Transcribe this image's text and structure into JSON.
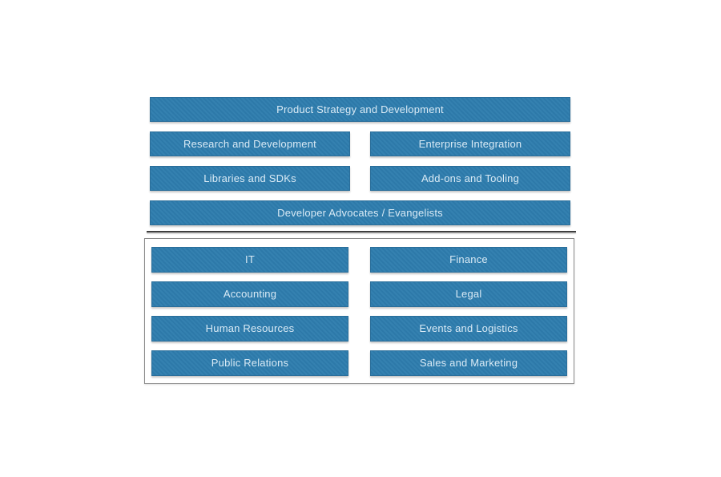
{
  "diagram": {
    "colors": {
      "bar_fill": "#2e7dae",
      "bar_border": "#2a6e9a",
      "bar_text": "#d9eaf5",
      "divider": "#3e3e3e",
      "group_border": "#8a8a8a",
      "background": "#ffffff"
    },
    "top_group": {
      "items": [
        {
          "label": "Product Strategy and Development",
          "span": "full"
        },
        {
          "label": "Research and Development",
          "span": "half"
        },
        {
          "label": "Enterprise Integration",
          "span": "half"
        },
        {
          "label": "Libraries and SDKs",
          "span": "half"
        },
        {
          "label": "Add-ons and Tooling",
          "span": "half"
        },
        {
          "label": "Developer Advocates / Evangelists",
          "span": "full"
        }
      ]
    },
    "bottom_group": {
      "items": [
        {
          "label": "IT"
        },
        {
          "label": "Finance"
        },
        {
          "label": "Accounting"
        },
        {
          "label": "Legal"
        },
        {
          "label": "Human Resources"
        },
        {
          "label": "Events and Logistics"
        },
        {
          "label": "Public Relations"
        },
        {
          "label": "Sales and Marketing"
        }
      ]
    }
  }
}
